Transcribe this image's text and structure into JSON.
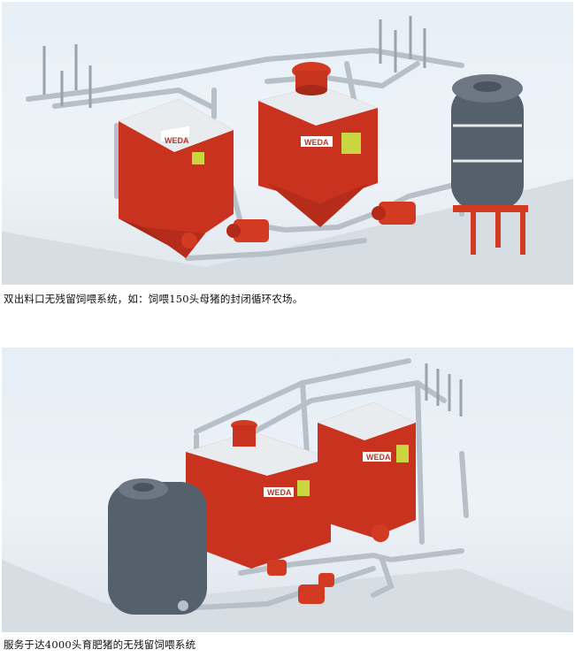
{
  "figure1": {
    "brand": "WEDA",
    "caption": "双出料口无残留饲喂系统，如：饲喂150头母猪的封闭循环农场。"
  },
  "figure2": {
    "brand": "WEDA",
    "caption": "服务于达4000头育肥猪的无残留饲喂系统"
  },
  "colors": {
    "tank_red": "#c8321e",
    "pipe_grey": "#b9c2c9",
    "water_tank": "#55606d",
    "pump_red": "#d23a22"
  }
}
